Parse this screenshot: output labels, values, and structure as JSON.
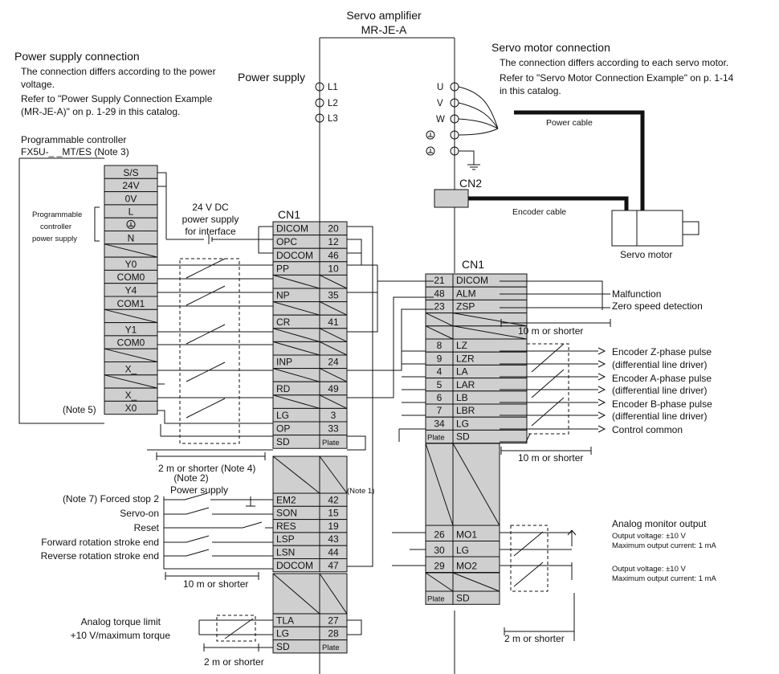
{
  "amplifier": {
    "title": "Servo amplifier",
    "model": "MR-JE-A"
  },
  "power_supply_connection": {
    "heading": "Power supply connection",
    "lines": [
      "The connection differs according to the power",
      "voltage.",
      "Refer to \"Power Supply Connection Example",
      "(MR-JE-A)\" on p. 1-29 in this catalog."
    ]
  },
  "power_supply": {
    "label": "Power supply",
    "terminals": [
      "L1",
      "L2",
      "L3"
    ]
  },
  "servo_motor_connection": {
    "heading": "Servo motor connection",
    "lines": [
      "The connection differs according to each servo motor.",
      "Refer to \"Servo Motor Connection Example\" on p. 1-14",
      "in this catalog."
    ]
  },
  "motor_terminals": [
    "U",
    "V",
    "W"
  ],
  "power_cable": "Power cable",
  "encoder_cable": "Encoder cable",
  "cn2": "CN2",
  "servo_motor": "Servo motor",
  "plc": {
    "title_lines": [
      "Programmable controller",
      "FX5U-_ _MT/ES (Note 3)"
    ],
    "power_label_lines": [
      "Programmable",
      "controller",
      "power supply"
    ],
    "rows": [
      "S/S",
      "24V",
      "0V",
      "L",
      "",
      "N",
      "",
      "Y0",
      "COM0",
      "Y4",
      "COM1",
      "",
      "Y1",
      "COM0",
      "",
      "X_",
      "",
      "X_",
      "X0"
    ],
    "note5": "(Note 5)"
  },
  "dc24": {
    "lines": [
      "24 V DC",
      "power supply",
      "for interface"
    ]
  },
  "cn1_left": {
    "label": "CN1",
    "rows": [
      {
        "sig": "DICOM",
        "pin": "20"
      },
      {
        "sig": "OPC",
        "pin": "12"
      },
      {
        "sig": "DOCOM",
        "pin": "46"
      },
      {
        "sig": "PP",
        "pin": "10"
      },
      {
        "sig": "",
        "pin": ""
      },
      {
        "sig": "NP",
        "pin": "35"
      },
      {
        "sig": "",
        "pin": ""
      },
      {
        "sig": "CR",
        "pin": "41"
      },
      {
        "sig": "",
        "pin": ""
      },
      {
        "sig": "",
        "pin": ""
      },
      {
        "sig": "INP",
        "pin": "24"
      },
      {
        "sig": "",
        "pin": ""
      },
      {
        "sig": "RD",
        "pin": "49"
      },
      {
        "sig": "",
        "pin": ""
      },
      {
        "sig": "LG",
        "pin": "3"
      },
      {
        "sig": "OP",
        "pin": "33"
      },
      {
        "sig": "SD",
        "pin": "Plate"
      }
    ]
  },
  "cn1_lower": {
    "rows": [
      {
        "sig": "EM2",
        "pin": "42"
      },
      {
        "sig": "SON",
        "pin": "15"
      },
      {
        "sig": "RES",
        "pin": "19"
      },
      {
        "sig": "LSP",
        "pin": "43"
      },
      {
        "sig": "LSN",
        "pin": "44"
      },
      {
        "sig": "DOCOM",
        "pin": "47"
      }
    ]
  },
  "cn1_tla": {
    "rows": [
      {
        "sig": "TLA",
        "pin": "27"
      },
      {
        "sig": "LG",
        "pin": "28"
      },
      {
        "sig": "SD",
        "pin": "Plate"
      }
    ]
  },
  "cn1_right": {
    "label": "CN1",
    "rows": [
      {
        "pin": "21",
        "sig": "DICOM"
      },
      {
        "pin": "48",
        "sig": "ALM"
      },
      {
        "pin": "23",
        "sig": "ZSP"
      },
      {
        "pin": "",
        "sig": ""
      },
      {
        "pin": "",
        "sig": ""
      },
      {
        "pin": "8",
        "sig": "LZ"
      },
      {
        "pin": "9",
        "sig": "LZR"
      },
      {
        "pin": "4",
        "sig": "LA"
      },
      {
        "pin": "5",
        "sig": "LAR"
      },
      {
        "pin": "6",
        "sig": "LB"
      },
      {
        "pin": "7",
        "sig": "LBR"
      },
      {
        "pin": "34",
        "sig": "LG"
      },
      {
        "pin": "Plate",
        "sig": "SD"
      }
    ]
  },
  "cn1_right_lower": {
    "rows": [
      {
        "pin": "26",
        "sig": "MO1"
      },
      {
        "pin": "30",
        "sig": "LG"
      },
      {
        "pin": "29",
        "sig": "MO2"
      },
      {
        "pin": "Plate",
        "sig": "SD"
      }
    ]
  },
  "outputs": {
    "malfunction": "Malfunction",
    "zero_speed": "Zero speed detection",
    "ten_m_1": "10 m or shorter",
    "enc_z": "Encoder Z-phase pulse",
    "enc_a": "Encoder A-phase pulse",
    "enc_b": "Encoder B-phase pulse",
    "diff": "(differential line driver)",
    "control_common": "Control common",
    "ten_m_2": "10 m or shorter"
  },
  "notes": {
    "two_m_note4": "2 m or shorter  (Note 4)",
    "note2": "(Note 2)",
    "power_supply_small": "Power supply",
    "note1": "(Note 1)",
    "ten_m_left": "10 m or shorter",
    "two_m_bottom": "2 m or shorter",
    "two_m_right": "2 m or shorter"
  },
  "inputs": {
    "forced_stop": "(Note 7) Forced stop 2",
    "servo_on": "Servo-on",
    "reset": "Reset",
    "fwd": "Forward rotation stroke end",
    "rev": "Reverse rotation stroke end"
  },
  "analog_torque": {
    "lines": [
      "Analog torque limit",
      "+10 V/maximum torque"
    ]
  },
  "analog_monitor": {
    "title": "Analog monitor output",
    "v1": "Output voltage: ±10 V",
    "i1": "Maximum output current: 1 mA",
    "v2": "Output voltage: ±10 V",
    "i2": "Maximum output current: 1 mA"
  }
}
